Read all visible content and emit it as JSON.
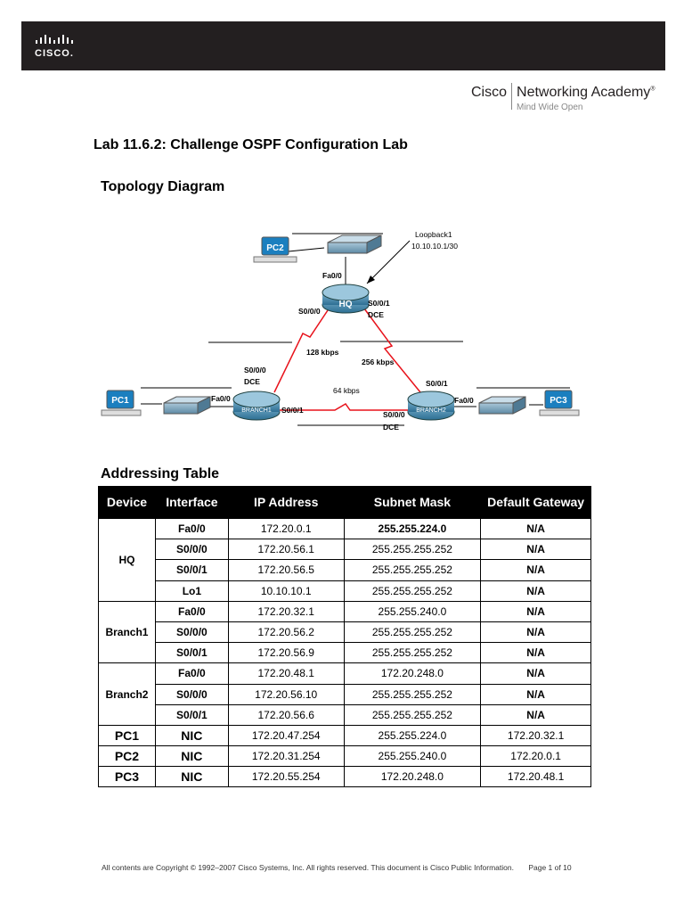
{
  "header": {
    "logo_text": "CISCO.",
    "academy_name_1": "Cisco",
    "academy_name_2": "Networking Academy",
    "academy_tagline": "Mind Wide Open"
  },
  "lab_title": "Lab 11.6.2: Challenge OSPF Configuration Lab",
  "topology_title": "Topology Diagram",
  "diagram": {
    "devices": [
      "PC2",
      "PC1",
      "PC3",
      "HQ",
      "BRANCH1",
      "BRANCH2"
    ],
    "labels": {
      "loopback": "Loopback1",
      "loopback_ip": "10.10.10.1/30",
      "hq_fa": "Fa0/0",
      "hq_s000": "S0/0/0",
      "hq_s001": "S0/0/1",
      "hq_dce": "DCE",
      "b1_s000": "S0/0/0",
      "b1_dce": "DCE",
      "b1_fa": "Fa0/0",
      "b1_s001": "S0/0/1",
      "b2_s001": "S0/0/1",
      "b2_fa": "Fa0/0",
      "b2_s000": "S0/0/0",
      "b2_dce": "DCE",
      "link_hq_b1": "128 kbps",
      "link_hq_b2": "256 kbps",
      "link_b1_b2": "64 kbps"
    },
    "colors": {
      "wan_link": "#e8121b",
      "pc_body": "#1b7fbf",
      "router": "#2d6f93"
    }
  },
  "addressing_title": "Addressing Table",
  "table": {
    "headers": [
      "Device",
      "Interface",
      "IP Address",
      "Subnet Mask",
      "Default Gateway"
    ],
    "groups": [
      {
        "device": "HQ",
        "rows": [
          [
            "Fa0/0",
            "172.20.0.1",
            "255.255.224.0",
            "N/A"
          ],
          [
            "S0/0/0",
            "172.20.56.1",
            "255.255.255.252",
            "N/A"
          ],
          [
            "S0/0/1",
            "172.20.56.5",
            "255.255.255.252",
            "N/A"
          ],
          [
            "Lo1",
            "10.10.10.1",
            "255.255.255.252",
            "N/A"
          ]
        ]
      },
      {
        "device": "Branch1",
        "rows": [
          [
            "Fa0/0",
            "172.20.32.1",
            "255.255.240.0",
            "N/A"
          ],
          [
            "S0/0/0",
            "172.20.56.2",
            "255.255.255.252",
            "N/A"
          ],
          [
            "S0/0/1",
            "172.20.56.9",
            "255.255.255.252",
            "N/A"
          ]
        ]
      },
      {
        "device": "Branch2",
        "rows": [
          [
            "Fa0/0",
            "172.20.48.1",
            "172.20.248.0",
            "N/A"
          ],
          [
            "S0/0/0",
            "172.20.56.10",
            "255.255.255.252",
            "N/A"
          ],
          [
            "S0/0/1",
            "172.20.56.6",
            "255.255.255.252",
            "N/A"
          ]
        ]
      },
      {
        "device": "PC1",
        "rows": [
          [
            "NIC",
            "172.20.47.254",
            "255.255.224.0",
            "172.20.32.1"
          ]
        ]
      },
      {
        "device": "PC2",
        "rows": [
          [
            "NIC",
            "172.20.31.254",
            "255.255.240.0",
            "172.20.0.1"
          ]
        ]
      },
      {
        "device": "PC3",
        "rows": [
          [
            "NIC",
            "172.20.55.254",
            "172.20.248.0",
            "172.20.48.1"
          ]
        ]
      }
    ]
  },
  "footer": {
    "copyright": "All contents are Copyright © 1992–2007 Cisco Systems, Inc. All rights reserved. This document is Cisco Public Information.",
    "page": "Page 1 of 10"
  }
}
